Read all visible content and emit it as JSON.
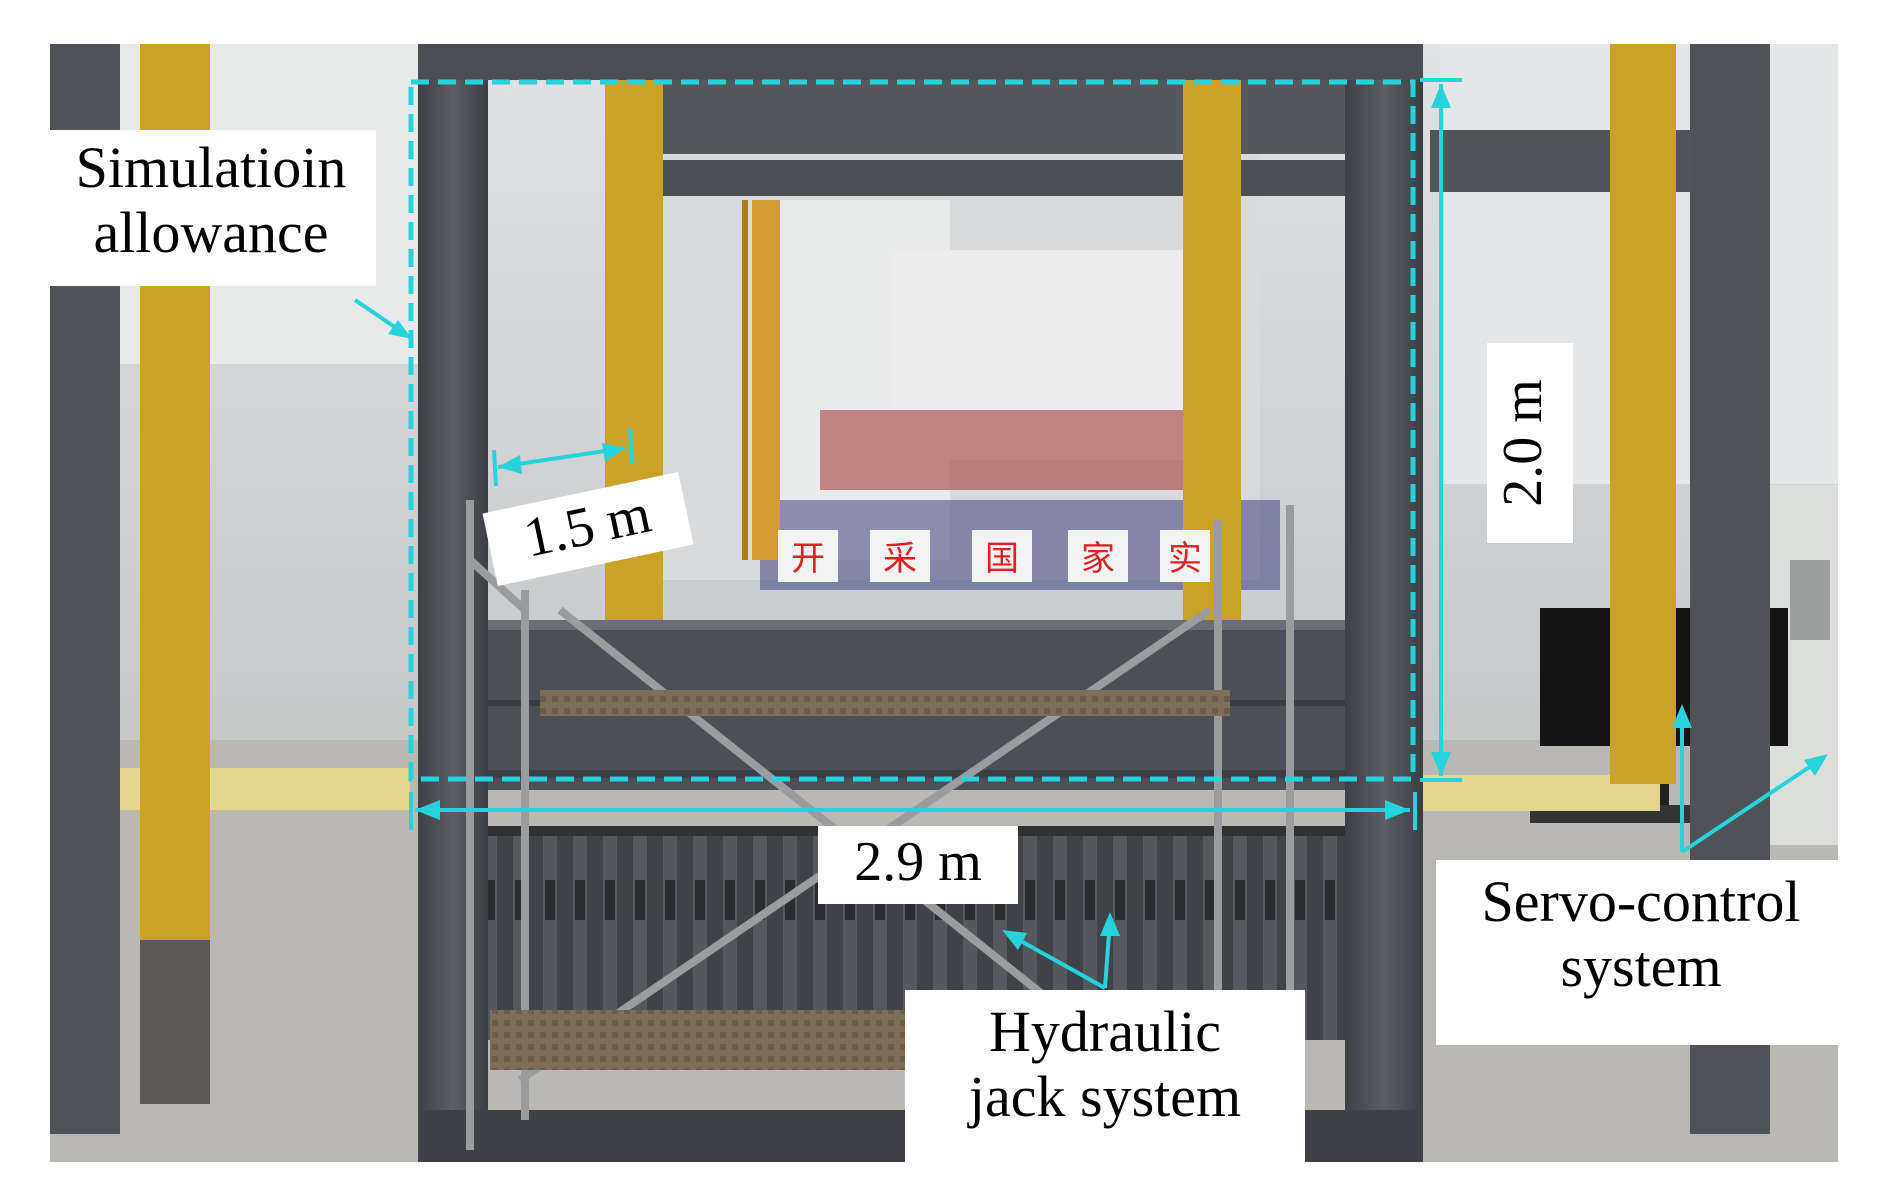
{
  "labels": {
    "simulation_allowance": [
      "Simulatioin",
      "allowance"
    ],
    "servo_control": [
      "Servo-control",
      "system"
    ],
    "hydraulic_jack": [
      "Hydraulic",
      "jack system"
    ]
  },
  "dimensions": {
    "width": "2.9 m",
    "depth": "1.5 m",
    "height": "2.0 m"
  },
  "background_sign_chars": [
    "开",
    "采",
    "国",
    "家",
    "实"
  ],
  "colors": {
    "annotation": "#26d3dc",
    "steel_frame": "#4c5056",
    "yellow_column": "#c9a227",
    "floor": "#bdbcb6"
  }
}
